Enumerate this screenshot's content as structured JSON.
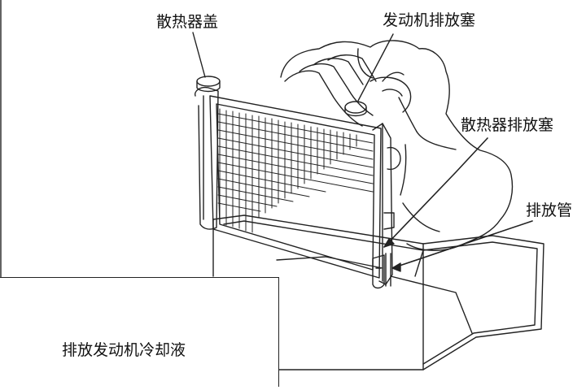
{
  "labels": {
    "radiator_cap": "散热器盖",
    "engine_drain_plug": "发动机排放塞",
    "radiator_drain_plug": "散热器排放塞",
    "drain_pipe": "排放管"
  },
  "caption": "排放发动机冷却液"
}
